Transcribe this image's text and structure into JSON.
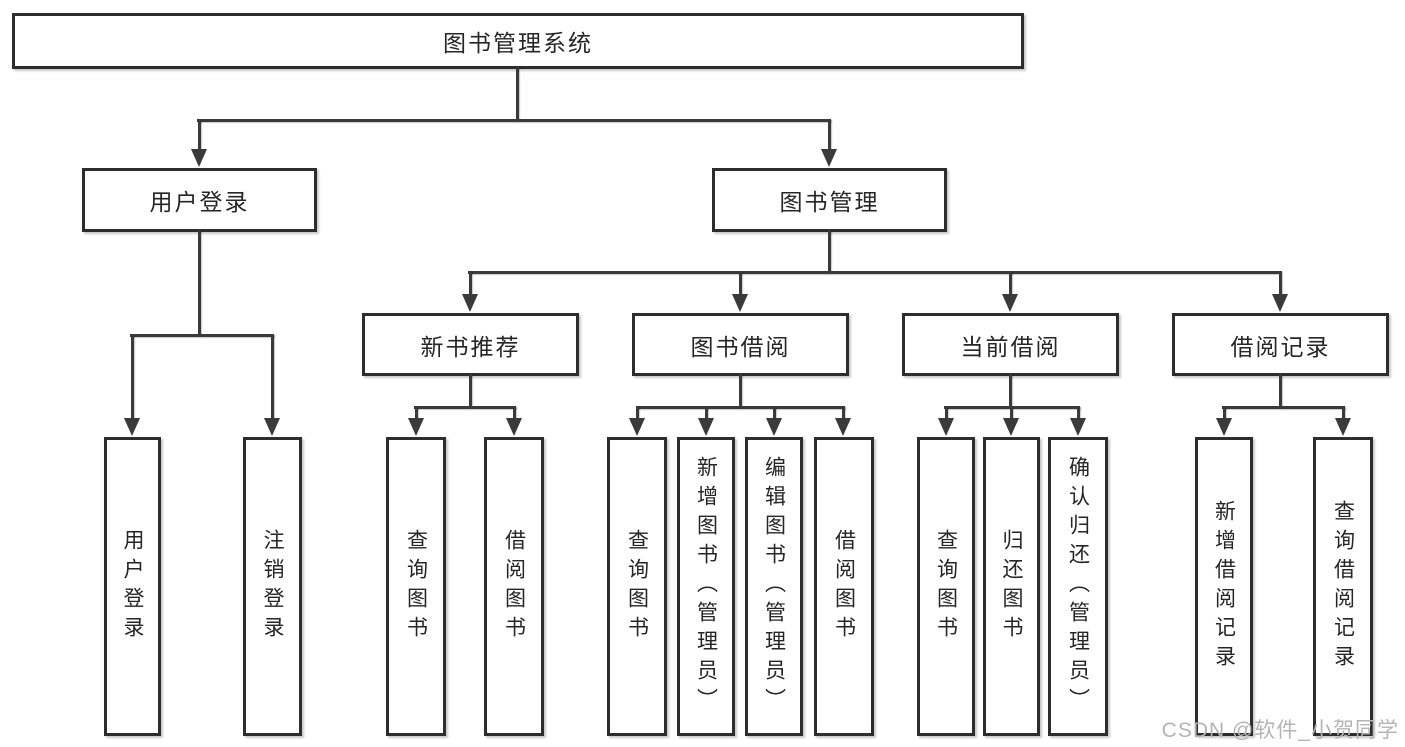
{
  "title": "图书管理系统",
  "watermark": "CSDN @软件_小贺同学",
  "colors": {
    "background": "#ffffff",
    "box_border": "#2d2d2d",
    "line": "#3a3a3a",
    "text": "#262626",
    "watermark": "#b4b4b4"
  },
  "tree": {
    "root": {
      "label": "图书管理系统"
    },
    "branches": [
      {
        "label": "用户登录",
        "children": [
          {
            "label": "用户登录"
          },
          {
            "label": "注销登录"
          }
        ]
      },
      {
        "label": "图书管理",
        "children": [
          {
            "label": "新书推荐",
            "children": [
              {
                "label": "查询图书"
              },
              {
                "label": "借阅图书"
              }
            ]
          },
          {
            "label": "图书借阅",
            "children": [
              {
                "label": "查询图书"
              },
              {
                "label": "新增图书（管理员）"
              },
              {
                "label": "编辑图书（管理员）"
              },
              {
                "label": "借阅图书"
              }
            ]
          },
          {
            "label": "当前借阅",
            "children": [
              {
                "label": "查询图书"
              },
              {
                "label": "归还图书"
              },
              {
                "label": "确认归还（管理员）"
              }
            ]
          },
          {
            "label": "借阅记录",
            "children": [
              {
                "label": "新增借阅记录"
              },
              {
                "label": "查询借阅记录"
              }
            ]
          }
        ]
      }
    ]
  }
}
